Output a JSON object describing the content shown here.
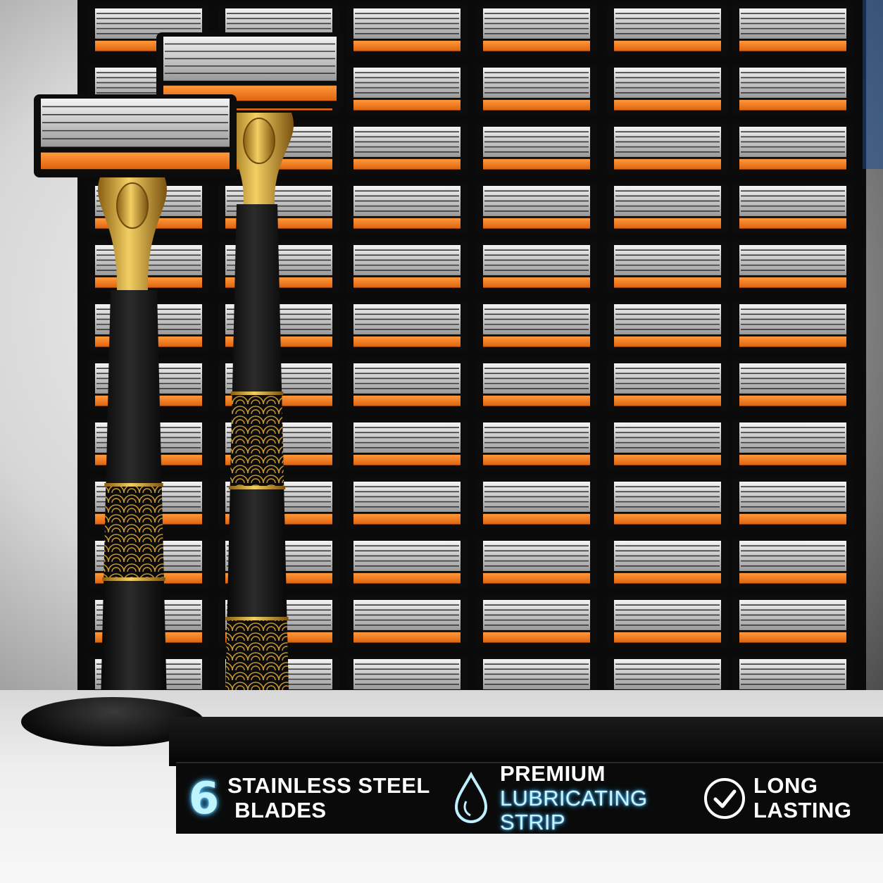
{
  "features": [
    {
      "number": "6",
      "line1": "STAINLESS STEEL",
      "line2": "BLADES",
      "icon": "number-six-icon"
    },
    {
      "line1": "PREMIUM",
      "line2": "LUBRICATING STRIP",
      "icon": "water-drop-icon"
    },
    {
      "line1": "LONG",
      "line2": "LASTING",
      "icon": "checkmark-circle-icon"
    }
  ],
  "colors": {
    "cartridge_accent": "#f47a1e",
    "cartridge_frame": "#0c0c0c",
    "handle": "#151515",
    "gold": "#d4a238",
    "glow": "#42b9ff",
    "feature_bar": "#0a0a0a"
  }
}
